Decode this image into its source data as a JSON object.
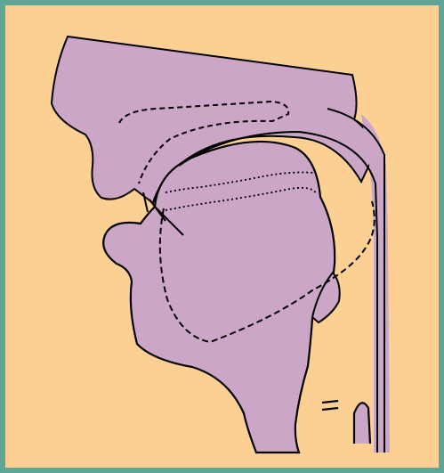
{
  "diagram": {
    "title": "",
    "colors": {
      "frame": "#5ea595",
      "background": "#fcd093",
      "tissue": "#cca6c6",
      "outline": "#000000"
    },
    "regions": [
      {
        "name": "upper-jaw-palate-tissue"
      },
      {
        "name": "tongue-and-lower-jaw-tissue"
      },
      {
        "name": "pharynx-back-wall"
      },
      {
        "name": "epiglottis"
      },
      {
        "name": "trachea-opening"
      }
    ],
    "dashed_contours": [
      {
        "name": "upper-palate-alternate-position"
      },
      {
        "name": "tongue-alternate-position"
      },
      {
        "name": "tongue-dorsum-dotted-position"
      }
    ]
  }
}
